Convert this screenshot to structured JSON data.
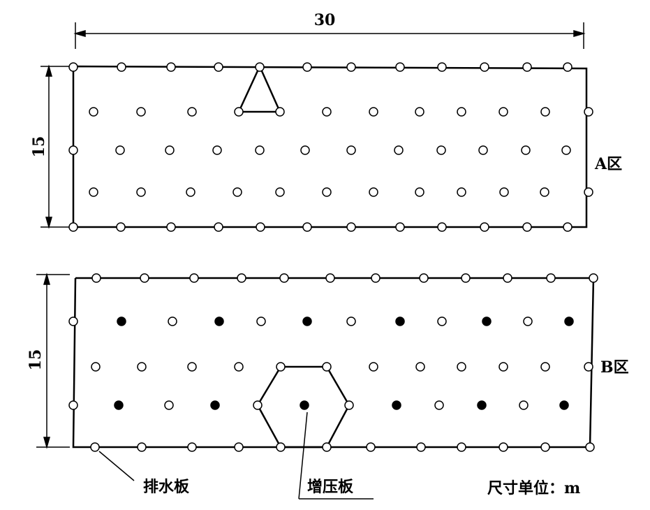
{
  "dimensions": {
    "width_label": "30",
    "zone_a_height_label": "15",
    "zone_b_height_label": "15"
  },
  "zones": {
    "a_label": "A区",
    "b_label": "B区"
  },
  "legend": {
    "drain_board": "排水板",
    "pressurized_board": "增压板",
    "unit": "尺寸单位：m"
  },
  "colors": {
    "line": "#000000",
    "drain_board_fill": "#ffffff",
    "pressurized_board_fill": "#000000"
  }
}
